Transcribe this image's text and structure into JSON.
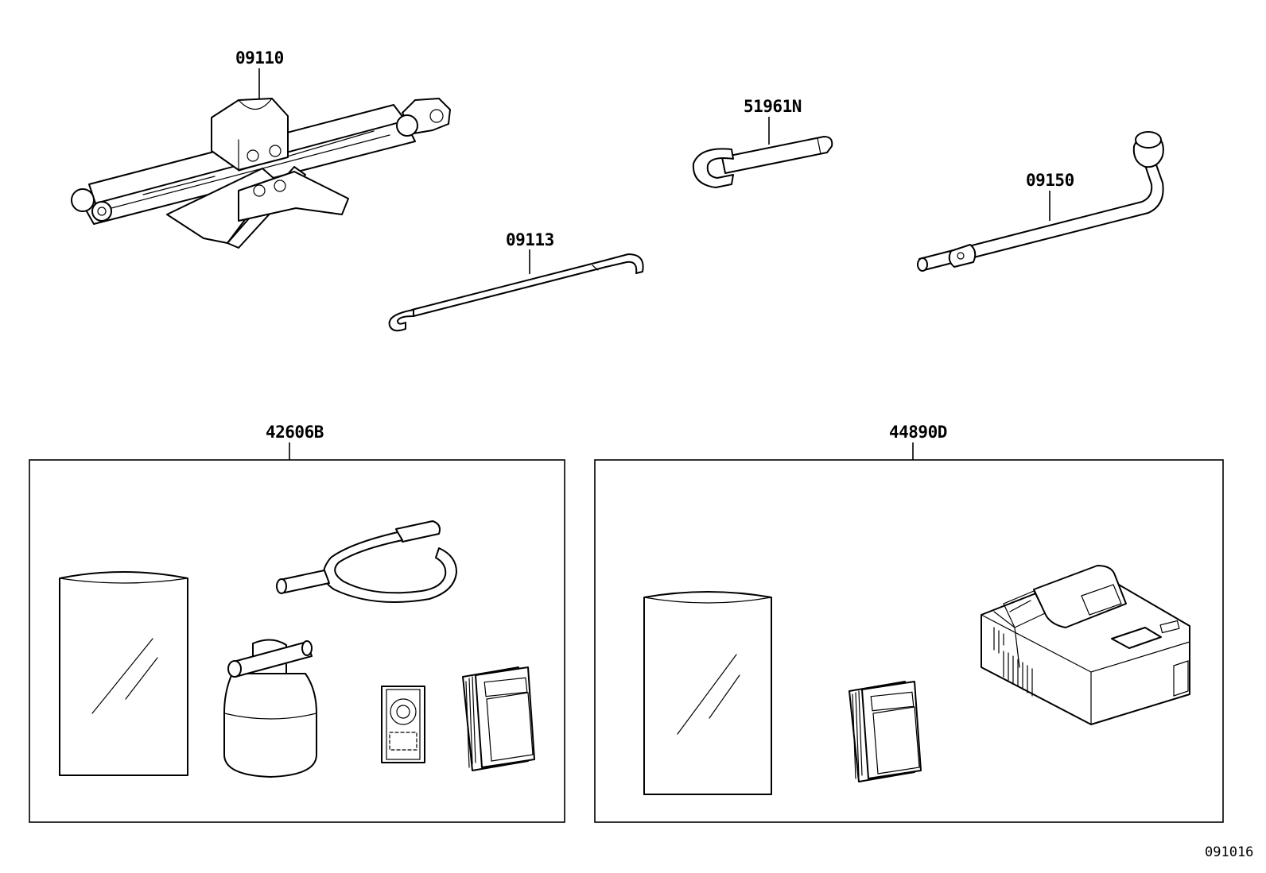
{
  "parts": {
    "jack": "09110",
    "jack_handle": "09113",
    "hook_bolt": "51961N",
    "wrench": "09150",
    "repair_kit": "42606B",
    "compressor_kit": "44890D"
  },
  "diagram_code": "091016"
}
